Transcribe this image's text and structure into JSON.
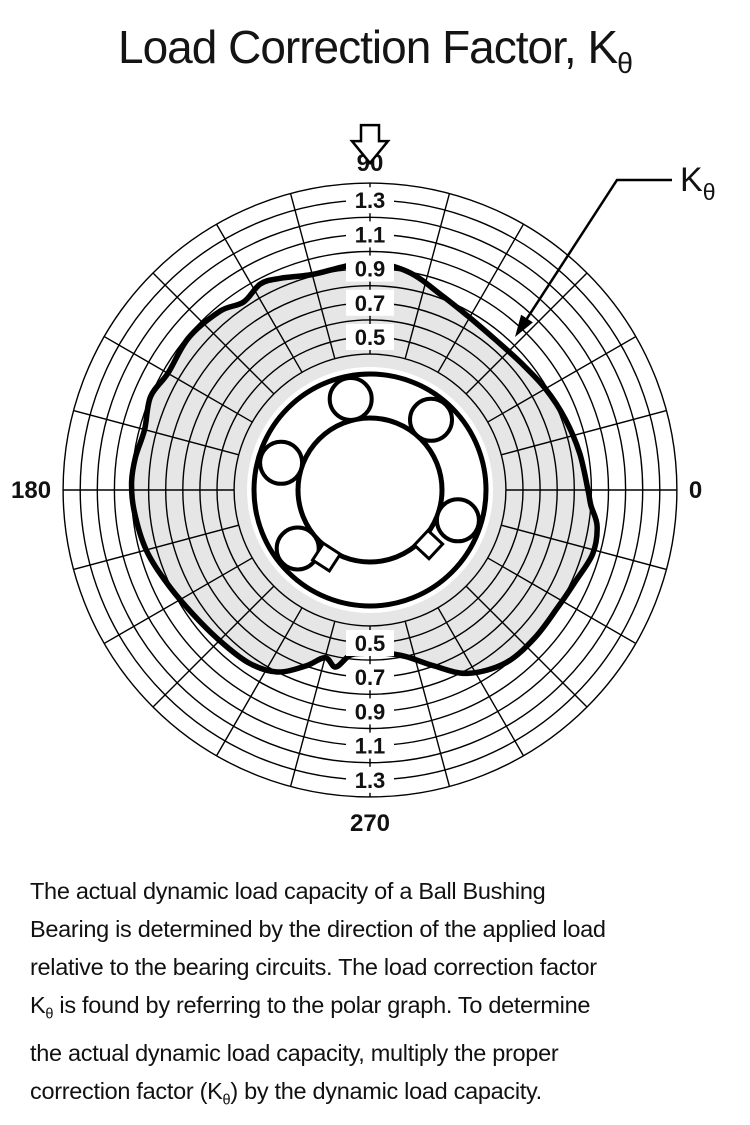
{
  "title": {
    "text": "Load Correction Factor, K",
    "subscript": "θ"
  },
  "chart_data": {
    "type": "area",
    "coordinate": "polar",
    "title": "Load Correction Factor, Kθ",
    "legend_position": "none",
    "grid": {
      "r_min": 0.4,
      "r_max": 1.4,
      "circle_step": 0.1,
      "spoke_step_deg": 15
    },
    "radial_ticks": [
      0.5,
      0.7,
      0.9,
      1.1,
      1.3
    ],
    "angle_labels": {
      "right": "0",
      "top": "90",
      "left": "180",
      "bottom": "270"
    },
    "curve_label": {
      "text": "K",
      "sub": "θ"
    },
    "colors": {
      "area_fill": "#e6e6e6",
      "line": "#000000"
    },
    "series": [
      {
        "name": "Kθ",
        "points": [
          [
            0,
            0.88
          ],
          [
            10,
            0.85
          ],
          [
            20,
            0.82
          ],
          [
            30,
            0.79
          ],
          [
            40,
            0.76
          ],
          [
            50,
            0.75
          ],
          [
            60,
            0.77
          ],
          [
            70,
            0.82
          ],
          [
            80,
            0.9
          ],
          [
            90,
            0.94
          ],
          [
            97,
            0.92
          ],
          [
            105,
            0.91
          ],
          [
            113,
            0.95
          ],
          [
            118,
            0.97
          ],
          [
            124,
            0.93
          ],
          [
            130,
            0.97
          ],
          [
            140,
            0.99
          ],
          [
            150,
            0.97
          ],
          [
            157,
            1.0
          ],
          [
            165,
            0.97
          ],
          [
            172,
            0.99
          ],
          [
            178,
            1.0
          ],
          [
            185,
            0.99
          ],
          [
            195,
            0.96
          ],
          [
            205,
            0.91
          ],
          [
            215,
            0.87
          ],
          [
            225,
            0.85
          ],
          [
            235,
            0.84
          ],
          [
            243,
            0.8
          ],
          [
            250,
            0.7
          ],
          [
            255,
            0.62
          ],
          [
            259,
            0.66
          ],
          [
            263,
            0.58
          ],
          [
            268,
            0.56
          ],
          [
            274,
            0.56
          ],
          [
            282,
            0.6
          ],
          [
            290,
            0.7
          ],
          [
            298,
            0.82
          ],
          [
            308,
            0.89
          ],
          [
            318,
            0.9
          ],
          [
            328,
            0.9
          ],
          [
            336,
            0.92
          ],
          [
            344,
            0.96
          ],
          [
            351,
            0.95
          ],
          [
            356,
            0.9
          ]
        ]
      }
    ],
    "bearing": {
      "ball_angles_deg": [
        49,
        102,
        163,
        219,
        341
      ],
      "notch_angles_deg": [
        237,
        317
      ]
    }
  },
  "description": {
    "lines": [
      [
        {
          "text": "The actual dynamic load capacity of a Ball Bushing"
        }
      ],
      [
        {
          "text": "Bearing is determined by the direction of the applied load"
        }
      ],
      [
        {
          "text": "relative to the bearing circuits. The load correction factor"
        }
      ],
      [
        {
          "text": "K"
        },
        {
          "sub": "θ"
        },
        {
          "text": " is found by referring to the polar graph. To determine"
        }
      ],
      [
        {
          "text": "the actual dynamic load capacity, multiply the proper"
        }
      ],
      [
        {
          "text": "correction factor (K"
        },
        {
          "sub": "θ"
        },
        {
          "text": ") by the dynamic load capacity."
        }
      ]
    ]
  }
}
